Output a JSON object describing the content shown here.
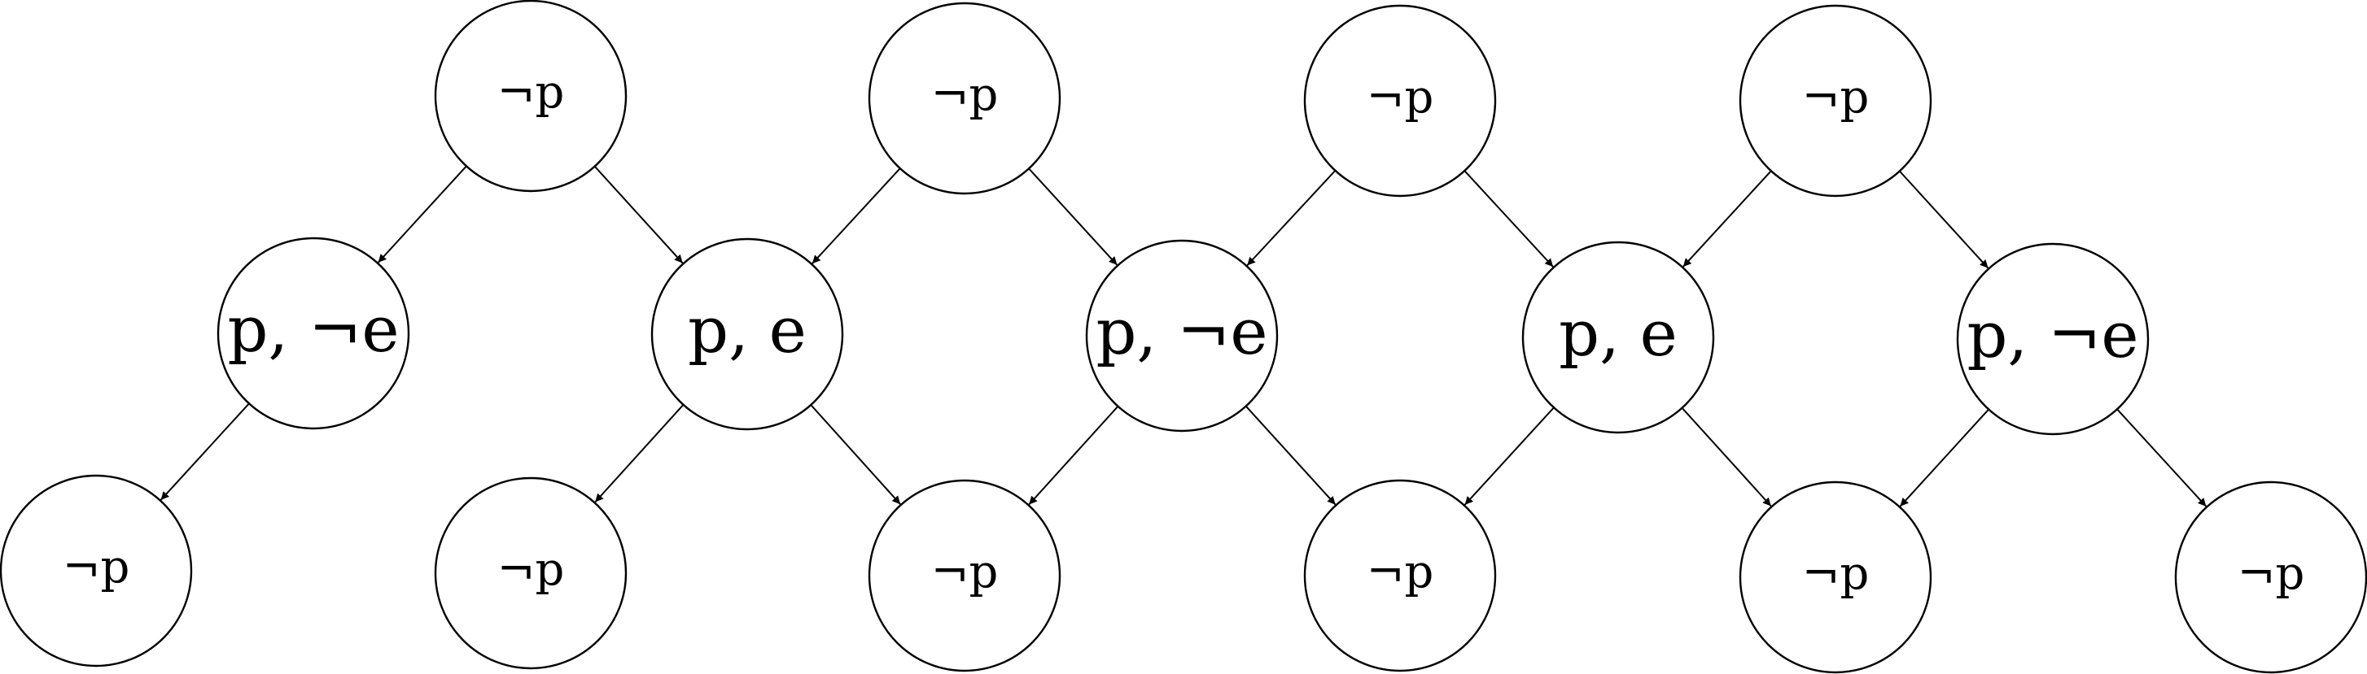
{
  "diagram": {
    "colors": {
      "stroke": "#000000",
      "fill": "#ffffff",
      "background": "#ffffff"
    },
    "nodes": [
      {
        "id": "top-1",
        "label": "¬p"
      },
      {
        "id": "top-2",
        "label": "¬p"
      },
      {
        "id": "top-3",
        "label": "¬p"
      },
      {
        "id": "top-4",
        "label": "¬p"
      },
      {
        "id": "mid-1",
        "label": "p, ¬e"
      },
      {
        "id": "mid-2",
        "label": "p, e"
      },
      {
        "id": "mid-3",
        "label": "p, ¬e"
      },
      {
        "id": "mid-4",
        "label": "p, e"
      },
      {
        "id": "mid-5",
        "label": "p, ¬e"
      },
      {
        "id": "bot-1",
        "label": "¬p"
      },
      {
        "id": "bot-2",
        "label": "¬p"
      },
      {
        "id": "bot-3",
        "label": "¬p"
      },
      {
        "id": "bot-4",
        "label": "¬p"
      },
      {
        "id": "bot-5",
        "label": "¬p"
      },
      {
        "id": "bot-6",
        "label": "¬p"
      }
    ],
    "edges": [
      {
        "from": "top-1",
        "to": "mid-1"
      },
      {
        "from": "top-1",
        "to": "mid-2"
      },
      {
        "from": "top-2",
        "to": "mid-2"
      },
      {
        "from": "top-2",
        "to": "mid-3"
      },
      {
        "from": "top-3",
        "to": "mid-3"
      },
      {
        "from": "top-3",
        "to": "mid-4"
      },
      {
        "from": "top-4",
        "to": "mid-4"
      },
      {
        "from": "top-4",
        "to": "mid-5"
      },
      {
        "from": "mid-1",
        "to": "bot-1"
      },
      {
        "from": "mid-2",
        "to": "bot-2"
      },
      {
        "from": "mid-2",
        "to": "bot-3"
      },
      {
        "from": "mid-3",
        "to": "bot-3"
      },
      {
        "from": "mid-3",
        "to": "bot-4"
      },
      {
        "from": "mid-4",
        "to": "bot-4"
      },
      {
        "from": "mid-4",
        "to": "bot-5"
      },
      {
        "from": "mid-5",
        "to": "bot-5"
      },
      {
        "from": "mid-5",
        "to": "bot-6"
      }
    ]
  }
}
